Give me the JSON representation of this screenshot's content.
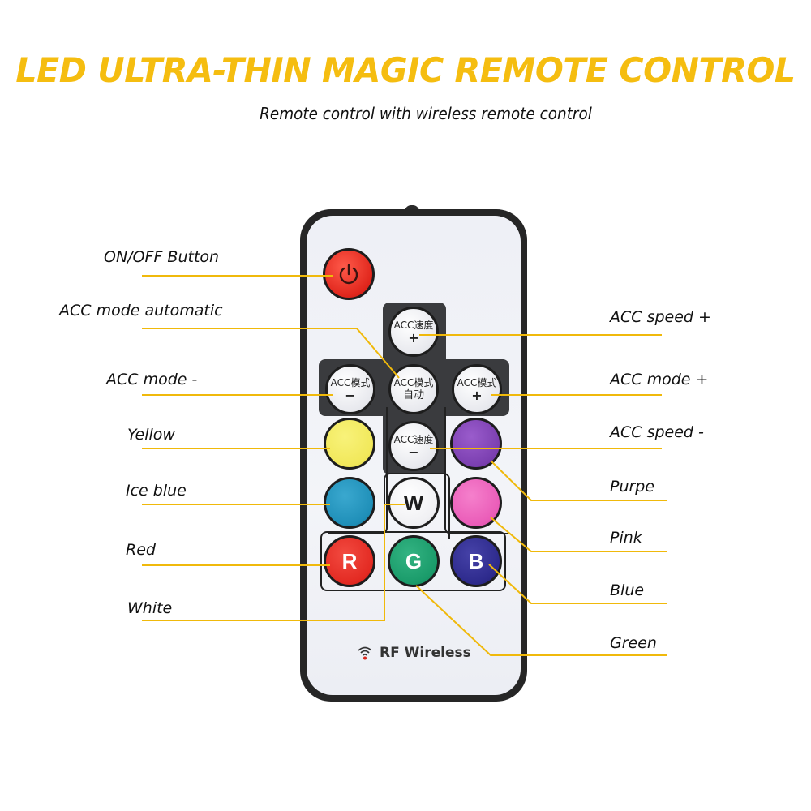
{
  "header": {
    "title": "LED ULTRA-THIN MAGIC REMOTE CONTROL",
    "subtitle": "Remote control with wireless remote control"
  },
  "colors": {
    "title": "#f5bd10",
    "leader_line": "#f0b90b",
    "remote_body": "#262626",
    "remote_face": "#f0f1f6"
  },
  "labels_left": [
    {
      "text": "ON/OFF Button",
      "button": "power"
    },
    {
      "text": "ACC mode automatic",
      "button": "acc-mode-auto"
    },
    {
      "text": "ACC mode -",
      "button": "acc-mode-minus"
    },
    {
      "text": "Yellow",
      "button": "yellow"
    },
    {
      "text": "Ice blue",
      "button": "ice-blue"
    },
    {
      "text": "Red",
      "button": "red"
    },
    {
      "text": "White",
      "button": "white"
    }
  ],
  "labels_right": [
    {
      "text": "ACC speed +",
      "button": "acc-speed-plus"
    },
    {
      "text": "ACC mode +",
      "button": "acc-mode-plus"
    },
    {
      "text": "ACC speed -",
      "button": "acc-speed-minus"
    },
    {
      "text": "Purpe",
      "button": "purple"
    },
    {
      "text": "Pink",
      "button": "pink"
    },
    {
      "text": "Blue",
      "button": "blue"
    },
    {
      "text": "Green",
      "button": "green"
    }
  ],
  "remote": {
    "acc_speed_plus": {
      "line1": "ACC速度",
      "line2": "+"
    },
    "acc_mode_minus": {
      "line1": "ACC模式",
      "line2": "−"
    },
    "acc_mode_auto": {
      "line1": "ACC模式",
      "line2": "自动"
    },
    "acc_mode_plus": {
      "line1": "ACC模式",
      "line2": "+"
    },
    "acc_speed_minus": {
      "line1": "ACC速度",
      "line2": "−"
    },
    "color_buttons": {
      "yellow": "#f1e85a",
      "purple": "#7b3fb0",
      "ice_blue": "#1f8fb8",
      "white": "#f4f4f6",
      "pink": "#ea5cb8",
      "red": "#e32a22",
      "green": "#1a9b6a",
      "blue": "#2d2a8c"
    },
    "letters": {
      "white": "W",
      "red": "R",
      "green": "G",
      "blue": "B"
    },
    "brand": "RF Wireless",
    "icon": "wifi-signal-icon"
  }
}
